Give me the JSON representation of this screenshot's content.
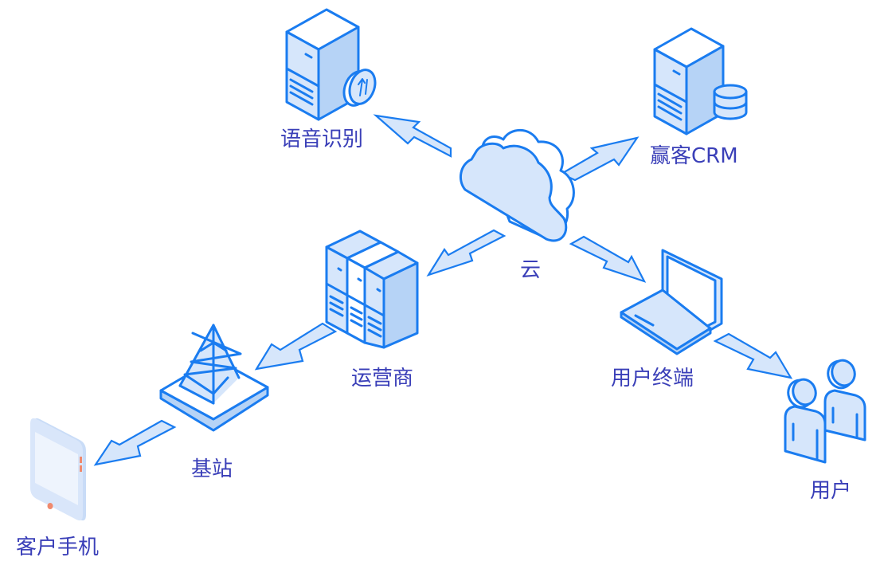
{
  "diagram": {
    "nodes": {
      "speech": {
        "label": "语音识别",
        "icon": "server-with-upload-icon"
      },
      "crm": {
        "label": "赢客CRM",
        "icon": "server-with-database-icon"
      },
      "cloud": {
        "label": "云",
        "icon": "cloud-icon"
      },
      "carrier": {
        "label": "运营商",
        "icon": "server-rack-icon"
      },
      "station": {
        "label": "基站",
        "icon": "cell-tower-icon"
      },
      "phone": {
        "label": "客户手机",
        "icon": "mobile-phone-icon"
      },
      "terminal": {
        "label": "用户终端",
        "icon": "laptop-icon"
      },
      "users": {
        "label": "用户",
        "icon": "users-icon"
      }
    },
    "edges": [
      {
        "from": "cloud",
        "to": "speech"
      },
      {
        "from": "cloud",
        "to": "crm"
      },
      {
        "from": "cloud",
        "to": "carrier"
      },
      {
        "from": "carrier",
        "to": "station"
      },
      {
        "from": "station",
        "to": "phone"
      },
      {
        "from": "cloud",
        "to": "terminal"
      },
      {
        "from": "terminal",
        "to": "users"
      }
    ],
    "colors": {
      "accent": "#1a7cf0",
      "fill": "#d6e6fb",
      "label": "#3a3fb8",
      "phone_button": "#f08a6e"
    }
  }
}
